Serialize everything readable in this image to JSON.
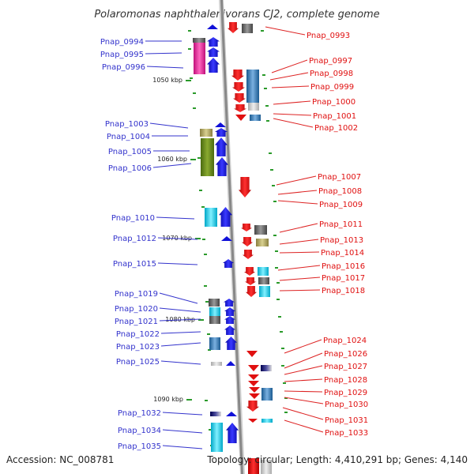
{
  "title": "Polaromonas naphthalenivorans CJ2, complete genome",
  "footer": {
    "accession": "Accession: NC_008781",
    "topology": "Topology: circular; Length: 4,410,291 bp; Genes: 4,140"
  },
  "ruler": [
    "1050 kbp",
    "1060 kbp",
    "1070 kbp",
    "1080 kbp",
    "1090 kbp"
  ],
  "left_labels": [
    "Pnap_0994",
    "Pnap_0995",
    "Pnap_0996",
    "Pnap_1003",
    "Pnap_1004",
    "Pnap_1005",
    "Pnap_1006",
    "Pnap_1010",
    "Pnap_1012",
    "Pnap_1015",
    "Pnap_1019",
    "Pnap_1020",
    "Pnap_1021",
    "Pnap_1022",
    "Pnap_1023",
    "Pnap_1025",
    "Pnap_1032",
    "Pnap_1034",
    "Pnap_1035"
  ],
  "right_labels": [
    "Pnap_0993",
    "Pnap_0997",
    "Pnap_0998",
    "Pnap_0999",
    "Pnap_1000",
    "Pnap_1001",
    "Pnap_1002",
    "Pnap_1007",
    "Pnap_1008",
    "Pnap_1009",
    "Pnap_1011",
    "Pnap_1013",
    "Pnap_1014",
    "Pnap_1016",
    "Pnap_1017",
    "Pnap_1018",
    "Pnap_1024",
    "Pnap_1026",
    "Pnap_1027",
    "Pnap_1028",
    "Pnap_1029",
    "Pnap_1030",
    "Pnap_1031",
    "Pnap_1033"
  ],
  "colors": {
    "forward": "#1010d8",
    "reverse": "#e01010",
    "line": "#3333cc",
    "line_right": "#dd2222",
    "backbone": "#888888",
    "tick": "#2a9a2a"
  }
}
